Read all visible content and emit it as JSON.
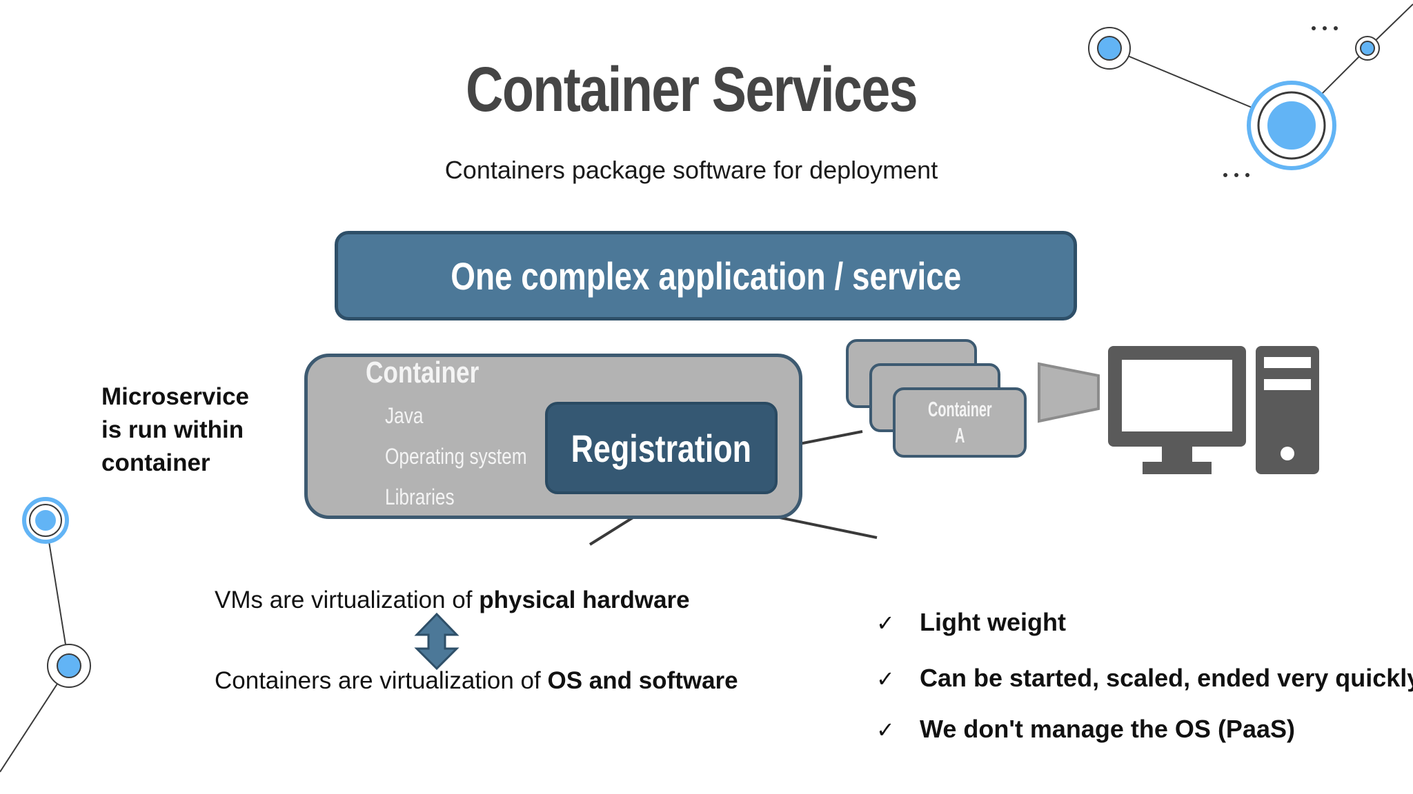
{
  "slide": {
    "title": "Container Services",
    "subtitle": "Containers package software for deployment"
  },
  "diagram": {
    "banner": "One complex application / service",
    "container_label": "Container",
    "container_items": [
      "Java",
      "Operating system",
      "Libraries"
    ],
    "registration": "Registration",
    "stack_label_line1": "Container",
    "stack_label_line2": "A",
    "microservice_lines": [
      "Microservice",
      "is run within",
      "container"
    ]
  },
  "comparison": {
    "vm_prefix": "VMs are virtualization of ",
    "vm_bold": "physical hardware",
    "container_prefix": "Containers are virtualization of ",
    "container_bold": "OS and software"
  },
  "benefits": {
    "tick": "✓",
    "items": [
      "Light weight",
      "Can be started, scaled, ended very quickly",
      "We don't manage the OS (PaaS)"
    ]
  },
  "colors": {
    "banner_fill": "#4c7898",
    "registration_fill": "#355873",
    "box_fill": "#b3b3b3",
    "accent_blue": "#62b4f5",
    "computer_gray": "#5a5a5a"
  },
  "icons": [
    "network-node-icon",
    "computer-monitor-icon",
    "pc-tower-icon",
    "double-arrow-icon",
    "check-icon"
  ]
}
